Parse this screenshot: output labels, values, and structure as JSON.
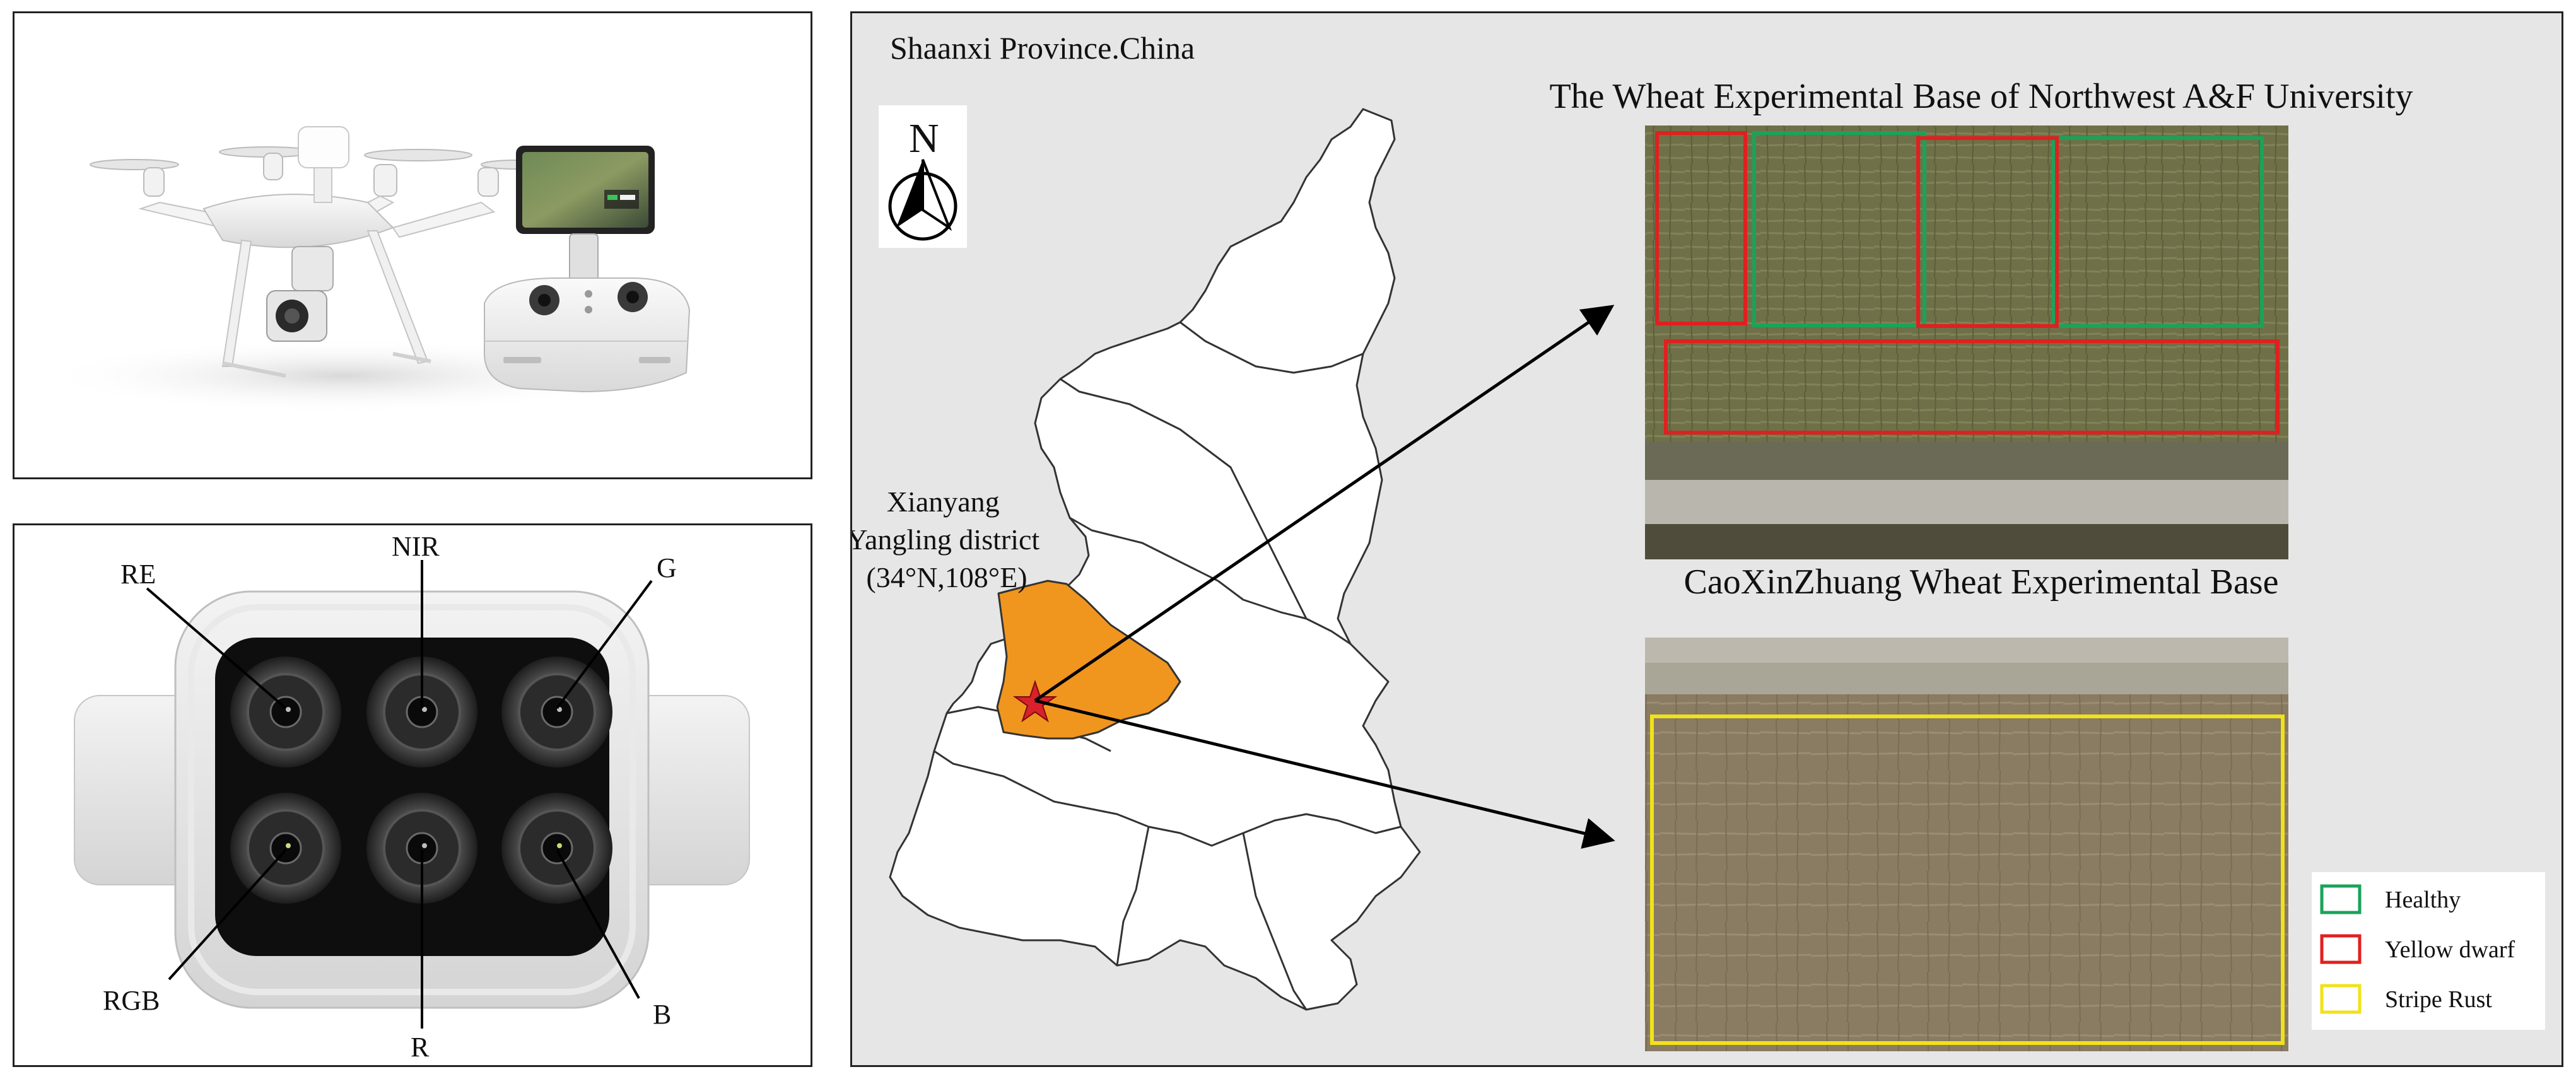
{
  "drone_panel": {
    "title": ""
  },
  "camera_panel": {
    "labels": {
      "re": "RE",
      "nir": "NIR",
      "g": "G",
      "rgb": "RGB",
      "r": "R",
      "b": "B"
    }
  },
  "map_panel": {
    "region_label": "Shaanxi Province.China",
    "north_label": "N",
    "location": {
      "line1": "Xianyang",
      "line2": "Yangling district",
      "line3": "(34°N,108°E)"
    },
    "site1_title": "The Wheat Experimental Base of Northwest A&F University",
    "site2_title": "CaoXinZhuang Wheat Experimental Base",
    "highlight_color": "#f0961e",
    "marker_color": "#d9212b"
  },
  "legend": {
    "items": [
      {
        "label": "Healthy",
        "color": "#1aa35a"
      },
      {
        "label": "Yellow dwarf",
        "color": "#e02020"
      },
      {
        "label": "Stripe Rust",
        "color": "#f0e21a"
      }
    ]
  }
}
